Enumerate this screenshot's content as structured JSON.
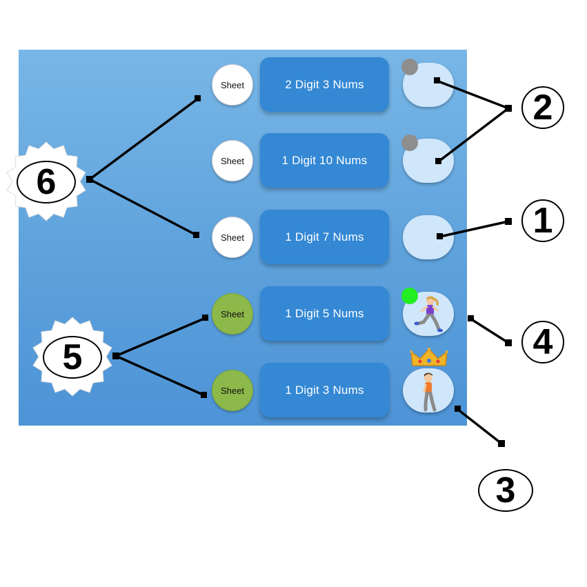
{
  "rows": [
    {
      "sheet_label": "Sheet",
      "level_label": "2 Digit 3 Nums",
      "sheet_done": false,
      "status": "locked",
      "status_color": "#8e8e8e",
      "avatar_icon": "empty-avatar"
    },
    {
      "sheet_label": "Sheet",
      "level_label": "1 Digit 10 Nums",
      "sheet_done": false,
      "status": "locked",
      "status_color": "#8e8e8e",
      "avatar_icon": "empty-avatar"
    },
    {
      "sheet_label": "Sheet",
      "level_label": "1 Digit 7 Nums",
      "sheet_done": false,
      "status": "none",
      "avatar_icon": "empty-avatar"
    },
    {
      "sheet_label": "Sheet",
      "level_label": "1 Digit 5 Nums",
      "sheet_done": true,
      "status": "active",
      "status_color": "#22ee22",
      "avatar_icon": "running-girl-icon"
    },
    {
      "sheet_label": "Sheet",
      "level_label": "1 Digit 3 Nums",
      "sheet_done": true,
      "status": "completed",
      "avatar_icon": "crowned-boy-icon"
    }
  ],
  "callouts": [
    "1",
    "2",
    "3",
    "4",
    "5",
    "6"
  ],
  "colors": {
    "panel_top": "#78b6e6",
    "panel_bottom": "#4d93d6",
    "level_button": "#3488d4",
    "sheet_done": "#8db84a",
    "avatar_bg": "#cfe6fb",
    "crown": "#f0b429"
  }
}
